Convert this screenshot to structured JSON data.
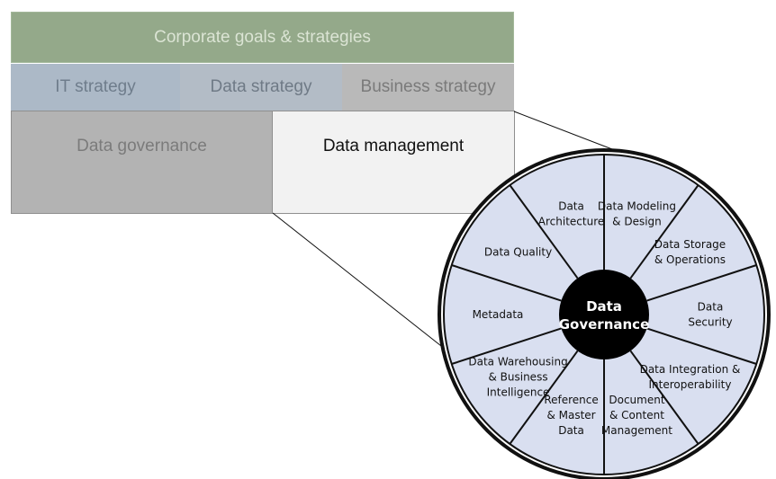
{
  "diagram": {
    "corporate": "Corporate goals & strategies",
    "strategies": [
      "IT strategy",
      "Data strategy",
      "Business strategy"
    ],
    "governance_box": "Data governance",
    "management_box": "Data management",
    "wheel": {
      "center": [
        "Data",
        "Governance"
      ],
      "segments": [
        [
          "Data",
          "Architecture"
        ],
        [
          "Data Modeling",
          "& Design"
        ],
        [
          "Data Storage",
          "& Operations"
        ],
        [
          "Data",
          "Security"
        ],
        [
          "Data Integration &",
          "Interoperability"
        ],
        [
          "Document",
          "& Content",
          "Management"
        ],
        [
          "Reference",
          "& Master",
          "Data"
        ],
        [
          "Data Warehousing",
          "& Business",
          "Intelligence"
        ],
        [
          "Metadata"
        ],
        [
          "Data Quality"
        ]
      ],
      "colors": {
        "segment_fill": "#d9dff0",
        "center_fill": "#000000",
        "line": "#111111"
      }
    }
  }
}
